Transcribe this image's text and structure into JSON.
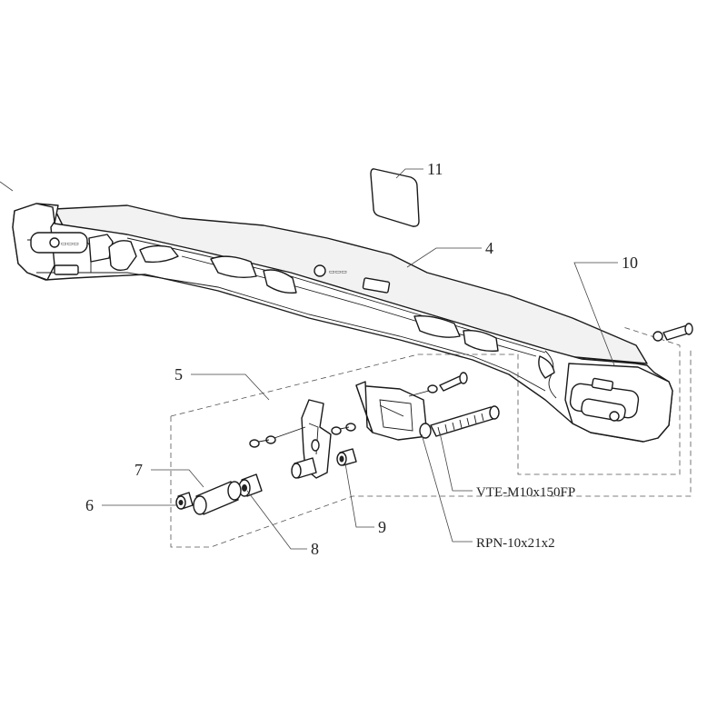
{
  "callouts": {
    "c4": "4",
    "c5": "5",
    "c6": "6",
    "c7": "7",
    "c8": "8",
    "c9": "9",
    "c10": "10",
    "c11": "11",
    "screw": "VTE-M10x150FP",
    "washer": "RPN-10x21x2"
  }
}
